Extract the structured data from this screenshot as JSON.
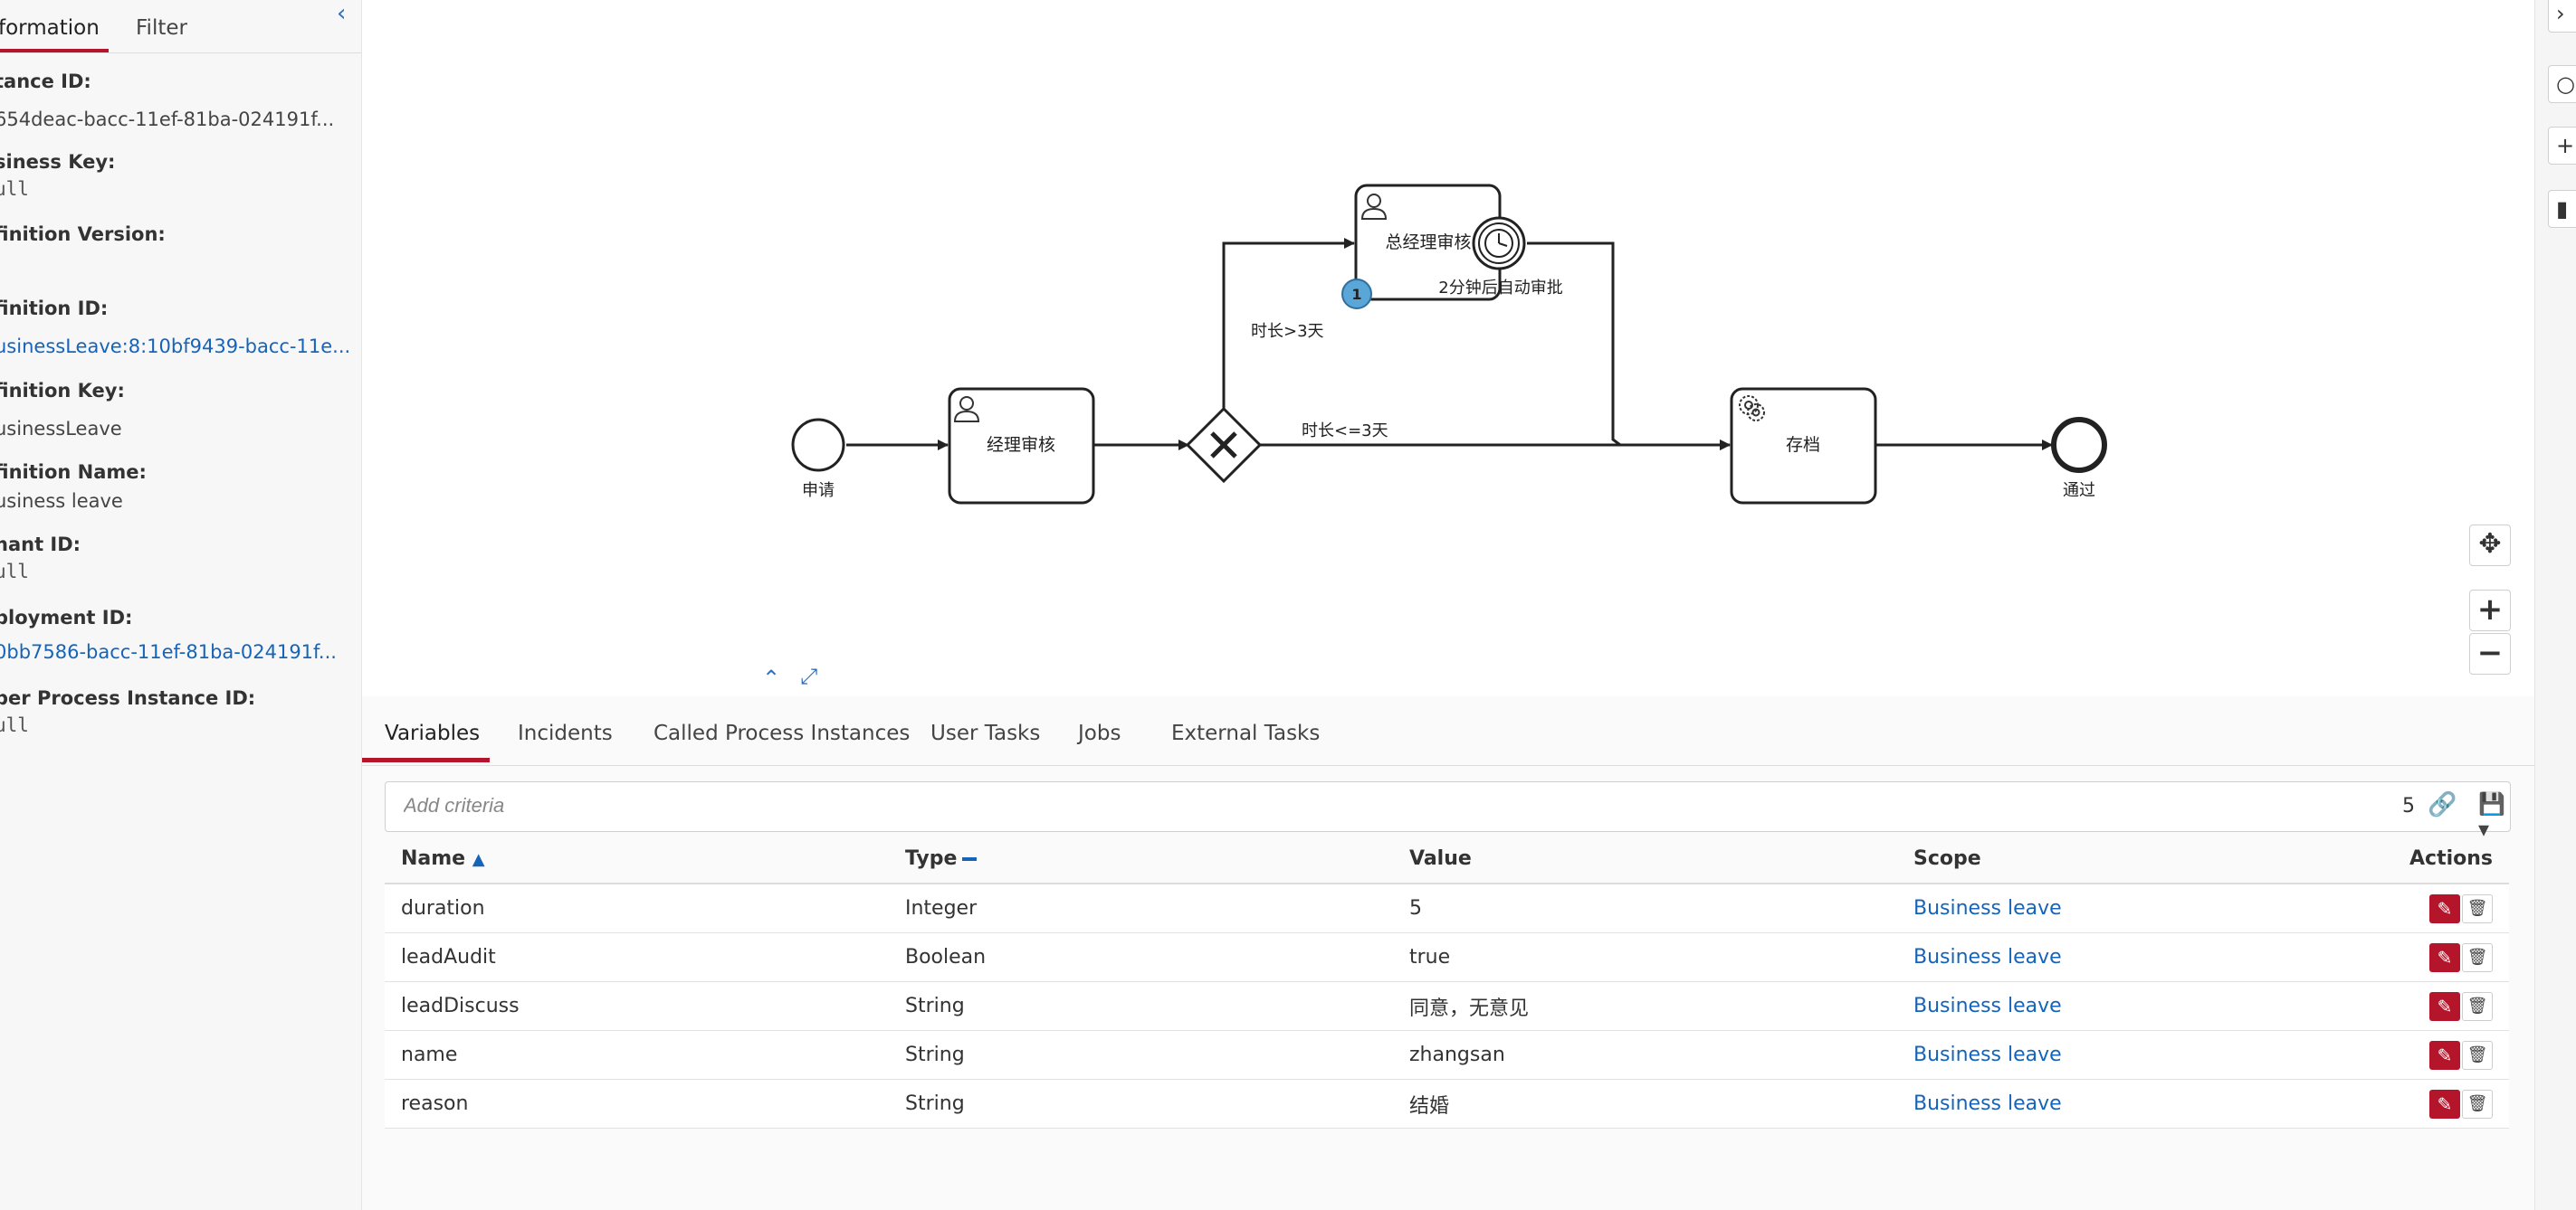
{
  "sidebar": {
    "tabs": [
      {
        "label": "formation"
      },
      {
        "label": "Filter"
      }
    ],
    "collapse_icon": "chevron-left-icon",
    "info": [
      {
        "label": "tance ID:",
        "value": "654deac-bacc-11ef-81ba-024191f..."
      },
      {
        "label": "siness Key:",
        "value": "ull"
      },
      {
        "label": "finition Version:",
        "value": ""
      },
      {
        "label": "finition ID:",
        "value": "usinessLeave:8:10bf9439-bacc-11e..."
      },
      {
        "label": "finition Key:",
        "value": "usinessLeave"
      },
      {
        "label": "finition Name:",
        "value": "usiness leave"
      },
      {
        "label": "nant ID:",
        "value": "ull"
      },
      {
        "label": "ployment ID:",
        "value": "0bb7586-bacc-11ef-81ba-024191f..."
      },
      {
        "label": "per Process Instance ID:",
        "value": "ull"
      }
    ]
  },
  "diagram": {
    "start_event_label": "申请",
    "task_manager": "经理审核",
    "task_general_manager": "总经理审核",
    "task_archive": "存档",
    "end_event_label": "通过",
    "flow_gt3": "时长>3天",
    "flow_le3": "时长<=3天",
    "timer_label": "2分钟后自动审批",
    "instance_count_badge": "1",
    "colors": {
      "badge": "#5aa6d6",
      "stroke": "#222222"
    },
    "tools": {
      "collapse_icon": "chevron-up-icon",
      "fullscreen_icon": "expand-icon",
      "center_icon": "crosshair-icon",
      "zoom_in_icon": "plus-icon",
      "zoom_out_icon": "minus-icon"
    }
  },
  "bottom_tabs": [
    {
      "label": "Variables"
    },
    {
      "label": "Incidents"
    },
    {
      "label": "Called Process Instances"
    },
    {
      "label": "User Tasks"
    },
    {
      "label": "Jobs"
    },
    {
      "label": "External Tasks"
    }
  ],
  "criteria": {
    "placeholder": "Add criteria",
    "count": "5",
    "link_icon": "link-icon",
    "save_icon": "save-icon"
  },
  "table": {
    "headers": {
      "name": "Name",
      "type": "Type",
      "value": "Value",
      "scope": "Scope",
      "actions": "Actions"
    },
    "rows": [
      {
        "name": "duration",
        "type": "Integer",
        "value": "5",
        "scope": "Business leave"
      },
      {
        "name": "leadAudit",
        "type": "Boolean",
        "value": "true",
        "scope": "Business leave"
      },
      {
        "name": "leadDiscuss",
        "type": "String",
        "value": "同意，无意见",
        "scope": "Business leave"
      },
      {
        "name": "name",
        "type": "String",
        "value": "zhangsan",
        "scope": "Business leave"
      },
      {
        "name": "reason",
        "type": "String",
        "value": "结婚",
        "scope": "Business leave"
      }
    ]
  },
  "accent_color": "#b5152b",
  "link_color": "#1664b9"
}
